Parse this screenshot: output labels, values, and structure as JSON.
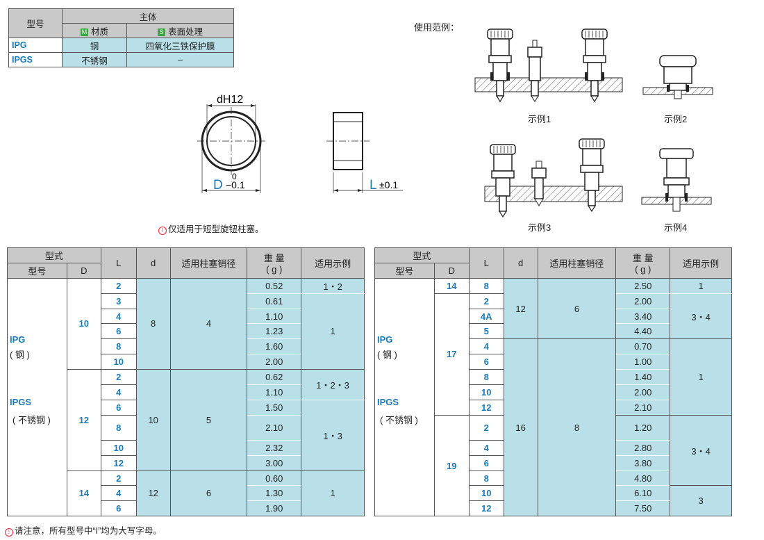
{
  "material_table": {
    "h_model": "型号",
    "h_body": "主体",
    "h_material_badge": "M",
    "h_material": "材质",
    "h_surface_badge": "S",
    "h_surface": "表面处理",
    "rows": [
      {
        "model": "IPG",
        "material": "钢",
        "surface": "四氧化三铁保护膜"
      },
      {
        "model": "IPGS",
        "material": "不锈钢",
        "surface": "–"
      }
    ]
  },
  "drawing": {
    "d_label": "dH12",
    "D_label": "D",
    "D_tol_upper": "0",
    "D_tol_lower": "−0.1",
    "L_label": "L",
    "L_tol": "±0.1",
    "note": "仅适用于短型旋钮柱塞。",
    "note_icon": "warning-icon"
  },
  "examples": {
    "title": "使用范例：",
    "captions": [
      "示例1",
      "示例2",
      "示例3",
      "示例4"
    ]
  },
  "spec_headers": {
    "type": "型式",
    "model": "型号",
    "D": "D",
    "L": "L",
    "d": "d",
    "pin": "适用柱塞销径",
    "weight": "重 量",
    "weight_unit": "( g )",
    "example": "适用示例"
  },
  "left_table": {
    "group1_line1": "IPG",
    "group1_line2": "( 钢 )",
    "group2_line1": "IPGS",
    "group2_line2": "( 不锈钢 )",
    "blocks": [
      {
        "D": "10",
        "d": "8",
        "pin": "4",
        "rows": [
          {
            "L": "2",
            "w": "0.52"
          },
          {
            "L": "3",
            "w": "0.61"
          },
          {
            "L": "4",
            "w": "1.10"
          },
          {
            "L": "6",
            "w": "1.23"
          },
          {
            "L": "8",
            "w": "1.60"
          },
          {
            "L": "10",
            "w": "2.00"
          }
        ]
      },
      {
        "D": "12",
        "d": "10",
        "pin": "5",
        "rows": [
          {
            "L": "2",
            "w": "0.62"
          },
          {
            "L": "4",
            "w": "1.10"
          },
          {
            "L": "6",
            "w": "1.50"
          },
          {
            "L": "8",
            "w": "2.10"
          },
          {
            "L": "10",
            "w": "2.32"
          },
          {
            "L": "12",
            "w": "3.00"
          }
        ]
      },
      {
        "D": "14",
        "d": "12",
        "pin": "6",
        "rows": [
          {
            "L": "2",
            "w": "0.60"
          },
          {
            "L": "4",
            "w": "1.30"
          },
          {
            "L": "6",
            "w": "1.90"
          }
        ]
      }
    ],
    "examples": [
      "1・2",
      "1",
      "1・2・3",
      "1・3",
      "1"
    ]
  },
  "right_table": {
    "group1_line1": "IPG",
    "group1_line2": "( 钢 )",
    "group2_line1": "IPGS",
    "group2_line2": "( 不锈钢 )",
    "D_values": [
      "14",
      "17",
      "19"
    ],
    "d_values": [
      "12",
      "16"
    ],
    "pin_values": [
      "6",
      "8"
    ],
    "rows": [
      {
        "L": "8",
        "w": "2.50"
      },
      {
        "L": "2",
        "w": "2.00"
      },
      {
        "L": "4A",
        "w": "3.40"
      },
      {
        "L": "5",
        "w": "4.40"
      },
      {
        "L": "4",
        "w": "0.70"
      },
      {
        "L": "6",
        "w": "1.00"
      },
      {
        "L": "8",
        "w": "1.40"
      },
      {
        "L": "10",
        "w": "2.00"
      },
      {
        "L": "12",
        "w": "2.10"
      },
      {
        "L": "2",
        "w": "1.20"
      },
      {
        "L": "4",
        "w": "2.80"
      },
      {
        "L": "6",
        "w": "3.80"
      },
      {
        "L": "8",
        "w": "4.80"
      },
      {
        "L": "10",
        "w": "6.10"
      },
      {
        "L": "12",
        "w": "7.50"
      }
    ],
    "examples": [
      "1",
      "3・4",
      "1",
      "3・4",
      "3"
    ]
  },
  "footnote": {
    "icon": "warning-icon",
    "text": "请注意，所有型号中“I”均为大写字母。"
  }
}
